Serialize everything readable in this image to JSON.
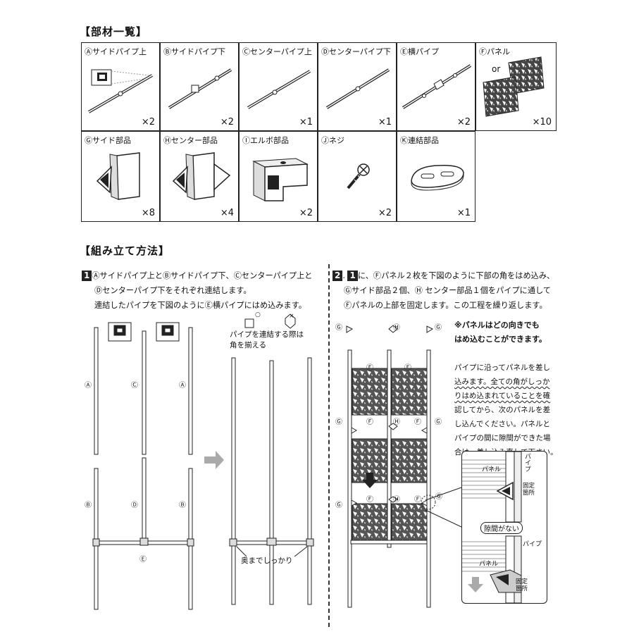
{
  "sections": {
    "parts_title": "【部材一覧】",
    "assembly_title": "【組み立て方法】"
  },
  "parts": [
    {
      "label": "Ⓐサイドパイプ上",
      "qty": "×2",
      "icon": "side-pipe-upper"
    },
    {
      "label": "Ⓑサイドパイプ下",
      "qty": "×2",
      "icon": "side-pipe-lower"
    },
    {
      "label": "Ⓒセンターパイプ上",
      "qty": "×1",
      "icon": "center-pipe-upper"
    },
    {
      "label": "Ⓓセンターパイプ下",
      "qty": "×1",
      "icon": "center-pipe-lower"
    },
    {
      "label": "Ⓔ横パイプ",
      "qty": "×2",
      "icon": "horizontal-pipe"
    },
    {
      "label": "Ⓕパネル",
      "qty": "×10",
      "icon": "panel",
      "or_text": "or"
    },
    {
      "label": "Ⓖサイド部品",
      "qty": "×8",
      "icon": "side-part"
    },
    {
      "label": "Ⓗセンター部品",
      "qty": "×4",
      "icon": "center-part"
    },
    {
      "label": "Ⓘエルボ部品",
      "qty": "×2",
      "icon": "elbow-part"
    },
    {
      "label": "Ⓙネジ",
      "qty": "×2",
      "icon": "screw"
    },
    {
      "label": "Ⓚ連結部品",
      "qty": "×1",
      "icon": "joint-plate"
    }
  ],
  "step1": {
    "number": "1",
    "lines": [
      "Ⓐサイドパイプ上とⒷサイドパイプ下、Ⓒセンターパイプ上と",
      "Ⓓセンターパイプ下をそれぞれ連結します。",
      "連結したパイプを下図のようにⒺ横パイプにはめ込みます。"
    ],
    "align_note": [
      "パイプを連結する際は",
      "角を揃える"
    ],
    "ok_mark": "○",
    "ng_mark": "×",
    "push_note": "奥までしっかり",
    "labels": {
      "a": "Ⓐ",
      "b": "Ⓑ",
      "c": "Ⓒ",
      "d": "Ⓓ",
      "e": "Ⓔ"
    }
  },
  "step2": {
    "number": "2",
    "prefix_number": "1",
    "lines": [
      "に、Ⓕパネル２枚を下図のように下部の角をはめ込み、",
      "Ⓖサイド部品２個、Ⓗ センター部品１個をパイプに通して",
      "Ⓕパネルの上部を固定します。この工程を繰り返します。"
    ],
    "bold_note": [
      "※パネルはどの向きでも",
      "はめ込むことができます。"
    ],
    "notes": [
      "パイプに沿ってパネルを差し",
      "込みます。全ての角がしっか",
      "りはめ込まれていることを確",
      "認してから、次のパネルを差",
      "し込んでください。パネルと",
      "パイプの間に隙間ができた場",
      "合は、差し込み直して下さい。"
    ],
    "labels": {
      "f": "Ⓕ",
      "g": "Ⓖ",
      "h": "Ⓗ"
    },
    "detail": {
      "panel": "パネル",
      "pipe": "パイプ",
      "fixed": [
        "固定",
        "箇所"
      ],
      "no_gap": "隙間がない"
    }
  },
  "colors": {
    "ink": "#222222",
    "arrow_gray": "#aaaaaa",
    "panel_fill": "#555555"
  }
}
